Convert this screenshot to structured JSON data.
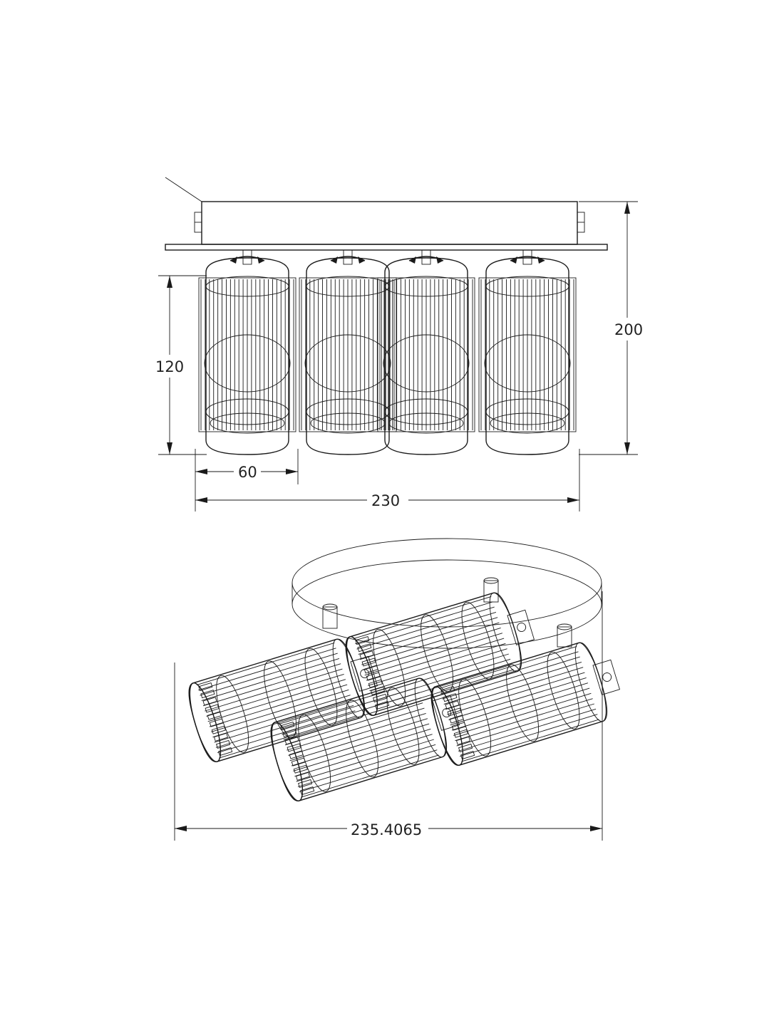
{
  "dimensions": {
    "front_height_total": "200",
    "front_height_shade": "120",
    "front_width_shade": "60",
    "front_width_total": "230",
    "iso_width_total": "235.4065"
  },
  "colors": {
    "line": "#1a1a1a",
    "background": "#ffffff"
  },
  "icons": {
    "rotation_arrow": "rotate-arrow-icon"
  }
}
